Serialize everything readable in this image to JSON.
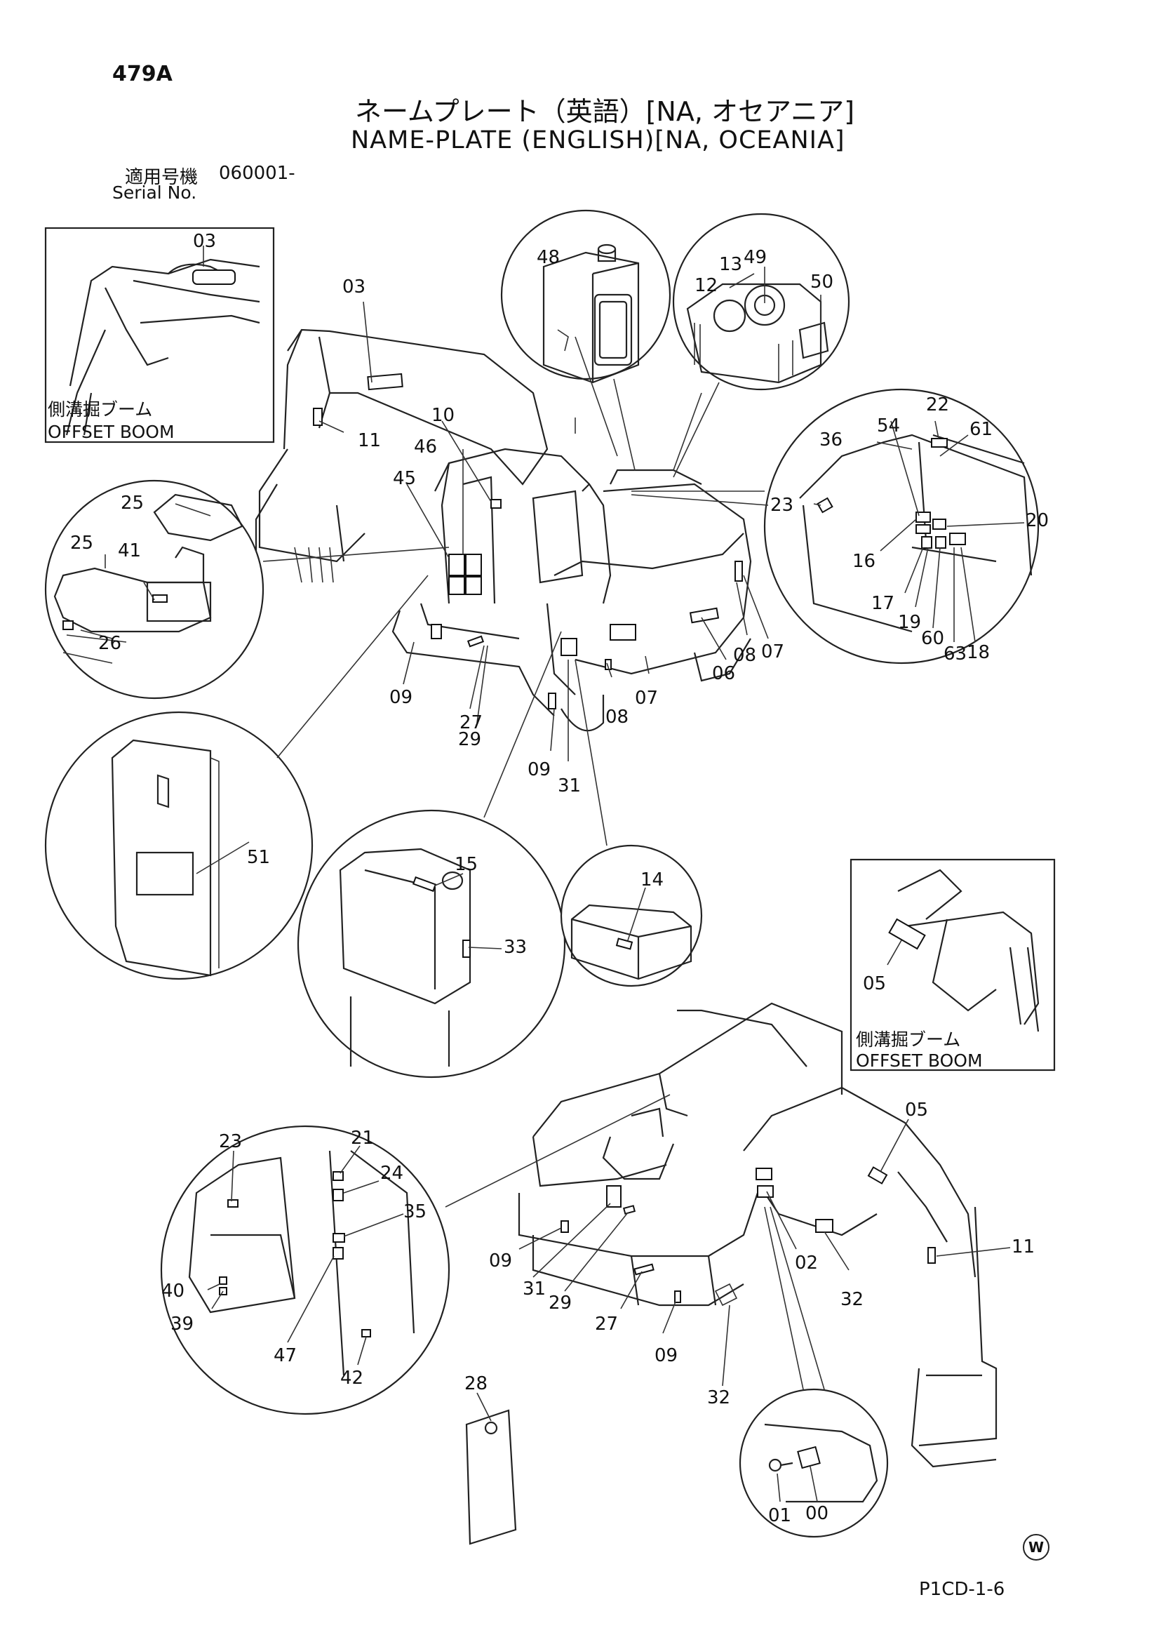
{
  "header": {
    "page_id": "479A",
    "title_jp": "ネームプレート（英語）[NA, オセアニア]",
    "title_en": "NAME-PLATE (ENGLISH)[NA, OCEANIA]",
    "serial_label_jp": "適用号機",
    "serial_value": "060001-",
    "serial_label_en": "Serial No."
  },
  "insets": {
    "offset_boom_top_jp": "側溝掘ブーム",
    "offset_boom_top_en": "OFFSET BOOM",
    "offset_boom_right_jp": "側溝掘ブーム",
    "offset_boom_right_en": "OFFSET BOOM"
  },
  "callouts": {
    "c03a": "03",
    "c03b": "03",
    "c11a": "11",
    "c10": "10",
    "c46": "46",
    "c45": "45",
    "c48": "48",
    "c13": "13",
    "c49": "49",
    "c12": "12",
    "c50": "50",
    "c25a": "25",
    "c25b": "25",
    "c41": "41",
    "c26": "26",
    "c22": "22",
    "c54": "54",
    "c36": "36",
    "c61": "61",
    "c23a": "23",
    "c20": "20",
    "c16": "16",
    "c17": "17",
    "c19": "19",
    "c60": "60",
    "c63": "63",
    "c18": "18",
    "c09a": "09",
    "c27a": "27",
    "c29a": "29",
    "c09b": "09",
    "c31a": "31",
    "c07a": "07",
    "c08a": "08",
    "c06": "06",
    "c08b": "08",
    "c07b": "07",
    "c51": "51",
    "c15": "15",
    "c33": "33",
    "c14": "14",
    "c05a": "05",
    "c23b": "23",
    "c21": "21",
    "c24": "24",
    "c35": "35",
    "c40": "40",
    "c39": "39",
    "c47": "47",
    "c42": "42",
    "c09c": "09",
    "c31b": "31",
    "c29b": "29",
    "c27b": "27",
    "c09d": "09",
    "c32a": "32",
    "c02": "02",
    "c32b": "32",
    "c05b": "05",
    "c11b": "11",
    "c28": "28",
    "c01": "01",
    "c00": "00"
  },
  "footer": {
    "w_mark": "W",
    "code": "P1CD-1-6"
  }
}
